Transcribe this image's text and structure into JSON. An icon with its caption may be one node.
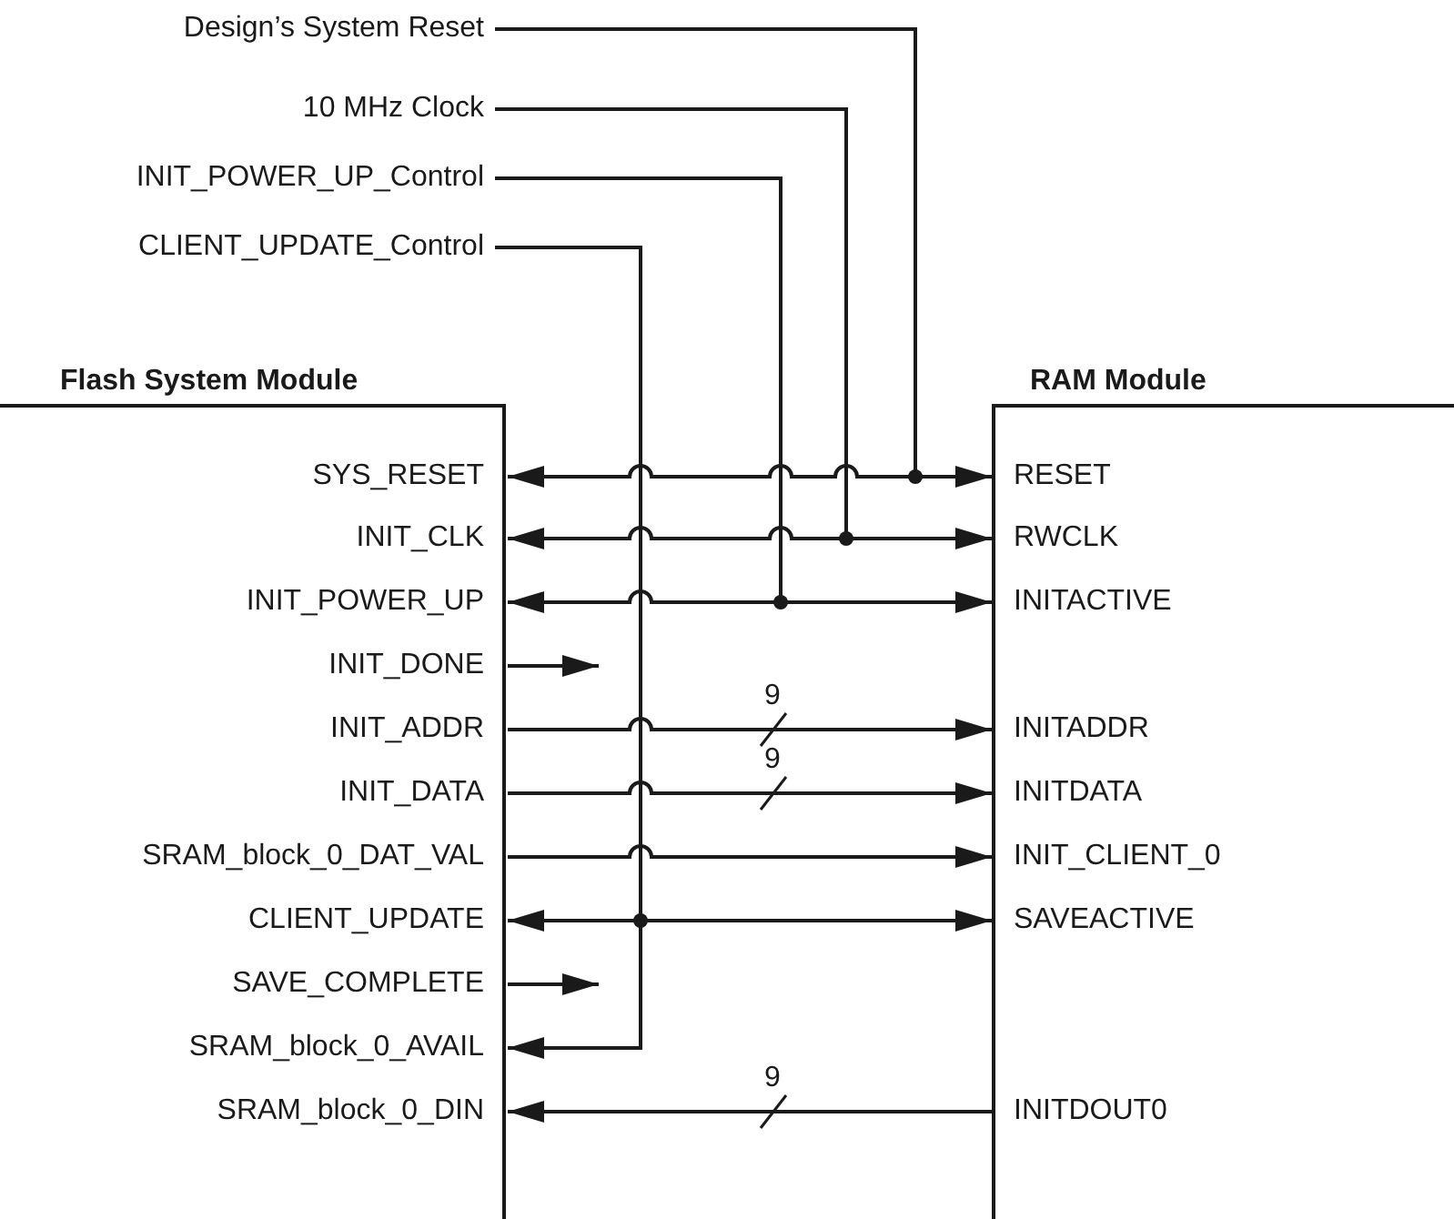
{
  "diagram": {
    "nodes": [
      {
        "text": [
          "Design’s System Reset"
        ]
      },
      {
        "text": [
          "10 MHz Clock"
        ]
      },
      {
        "text": [
          "INIT_POWER_UP_Control"
        ]
      },
      {
        "text": [
          "CLIENT_UPDATE_Control"
        ]
      },
      {
        "text": [
          "Flash System Module"
        ]
      },
      {
        "text": [
          "SYS_RESET"
        ],
        "in": 4
      },
      {
        "text": [
          "INIT_CLK"
        ],
        "in": 4
      },
      {
        "text": [
          "INIT_POWER_UP"
        ],
        "in": 4
      },
      {
        "text": [
          "INIT_DONE"
        ],
        "in": 4
      },
      {
        "text": [
          "INIT_ADDR"
        ],
        "in": 4
      },
      {
        "text": [
          "INIT_DATA"
        ],
        "in": 4
      },
      {
        "text": [
          "SRAM_block_0_DAT_VAL"
        ],
        "in": 4
      },
      {
        "text": [
          "CLIENT_UPDATE"
        ],
        "in": 4
      },
      {
        "text": [
          "SAVE_COMPLETE"
        ],
        "in": 4
      },
      {
        "text": [
          "SRAM_block_0_AVAIL"
        ],
        "in": 4
      },
      {
        "text": [
          "SRAM_block_0_DIN"
        ],
        "in": 4
      },
      {
        "text": [
          "RAM Module"
        ]
      },
      {
        "text": [
          "RESET"
        ],
        "in": 16
      },
      {
        "text": [
          "RWCLK"
        ],
        "in": 16
      },
      {
        "text": [
          "INITACTIVE"
        ],
        "in": 16
      },
      {
        "text": [
          "INITADDR"
        ],
        "in": 16
      },
      {
        "text": [
          "INITDATA"
        ],
        "in": 16
      },
      {
        "text": [
          "INIT_CLIENT_0"
        ],
        "in": 16
      },
      {
        "text": [
          "SAVEACTIVE"
        ],
        "in": 16
      },
      {
        "text": [
          "INITDOUT0"
        ],
        "in": 16
      }
    ],
    "edges": [
      {
        "from": 0,
        "to": 5,
        "arrow": "to"
      },
      {
        "from": 0,
        "to": 17,
        "arrow": "to"
      },
      {
        "from": 1,
        "to": 6,
        "arrow": "to"
      },
      {
        "from": 1,
        "to": 18,
        "arrow": "to"
      },
      {
        "from": 2,
        "to": 7,
        "arrow": "to"
      },
      {
        "from": 2,
        "to": 19,
        "arrow": "to"
      },
      {
        "from": 8,
        "to": null,
        "arrow": "to"
      },
      {
        "from": 9,
        "to": 20,
        "arrow": "to",
        "label": "9"
      },
      {
        "from": 10,
        "to": 21,
        "arrow": "to",
        "label": "9"
      },
      {
        "from": 11,
        "to": 22,
        "arrow": "to"
      },
      {
        "from": 3,
        "to": 12,
        "arrow": "to"
      },
      {
        "from": 3,
        "to": 23,
        "arrow": "to"
      },
      {
        "from": 13,
        "to": null,
        "arrow": "to"
      },
      {
        "from": 3,
        "to": 14,
        "arrow": "to"
      },
      {
        "from": 24,
        "to": 15,
        "arrow": "to",
        "label": "9"
      }
    ]
  }
}
